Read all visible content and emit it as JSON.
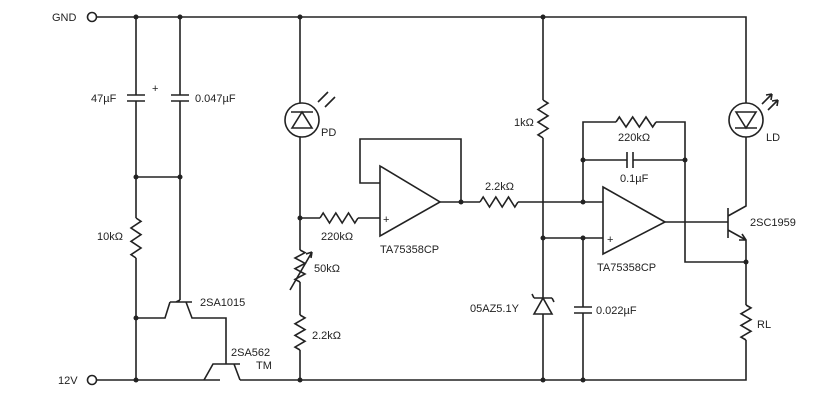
{
  "terminals": {
    "gnd": "GND",
    "v12": "12V"
  },
  "components": {
    "c47u": "47µF",
    "c47u_plus": "+",
    "c047u": "0.047µF",
    "r10k": "10kΩ",
    "q_2sa1015": "2SA1015",
    "q_2sa562": "2SA562",
    "q_2sa562_suffix": "TM",
    "pd": "PD",
    "r220k_in": "220kΩ",
    "vr50k": "50kΩ",
    "r2k2_bias": "2.2kΩ",
    "opamp1": "TA75358CP",
    "opamp1_plus": "+",
    "r2k2_series": "2.2kΩ",
    "r1k": "1kΩ",
    "zener": "05AZ5.1Y",
    "c022u": "0.022µF",
    "r220k_fb": "220kΩ",
    "c01u": "0.1µF",
    "opamp2": "TA75358CP",
    "opamp2_plus": "+",
    "q_2sc1959": "2SC1959",
    "ld": "LD",
    "rl": "RL"
  }
}
